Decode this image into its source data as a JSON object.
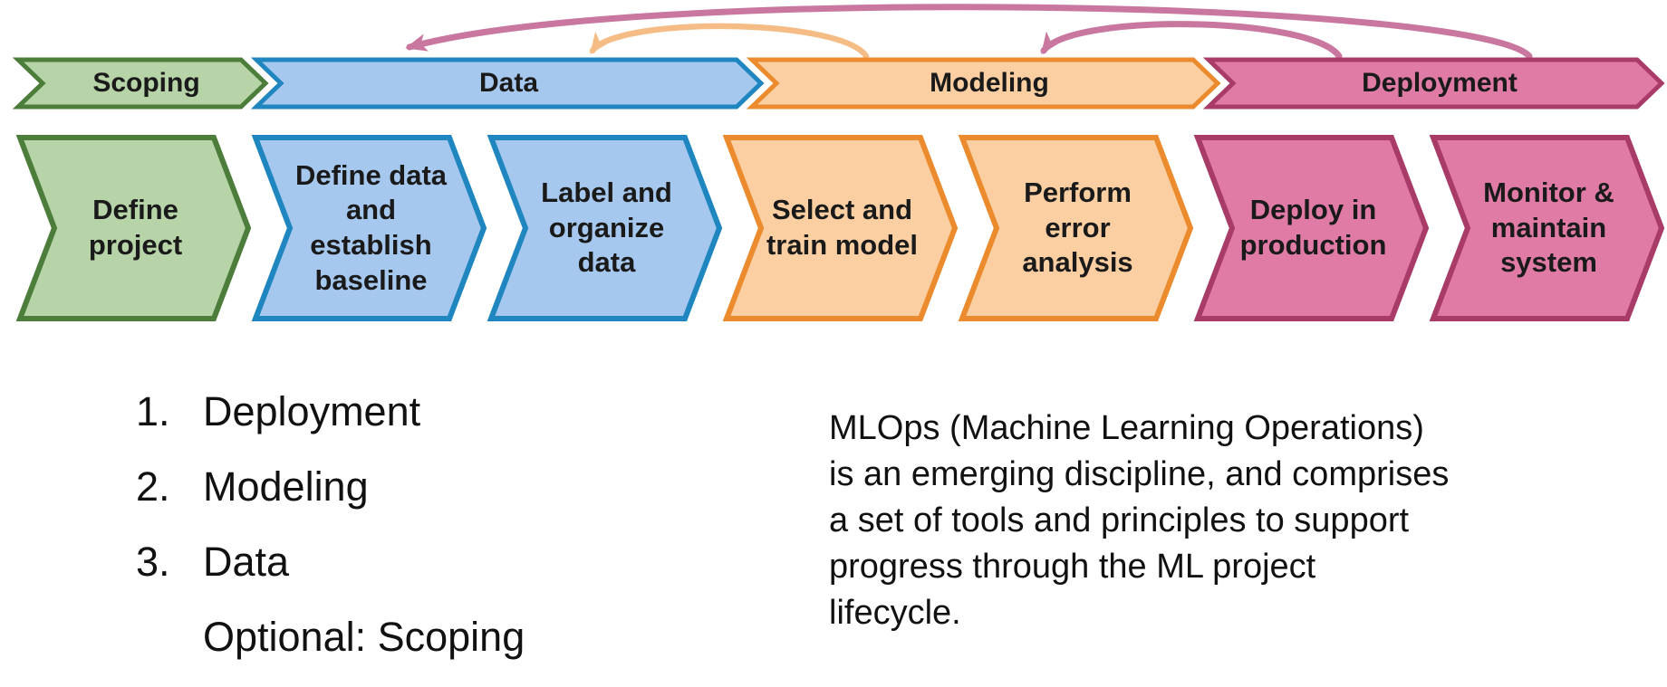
{
  "phases": [
    {
      "label": "Scoping",
      "fill": "#b7d4a8",
      "stroke": "#4c7d3b"
    },
    {
      "label": "Data",
      "fill": "#a6c8ee",
      "stroke": "#1f86c0"
    },
    {
      "label": "Modeling",
      "fill": "#fbcfa2",
      "stroke": "#ec8b2e"
    },
    {
      "label": "Deployment",
      "fill": "#e07ba6",
      "stroke": "#a93b69"
    }
  ],
  "steps": [
    {
      "phase": "Scoping",
      "label": "Define project",
      "fill": "#b7d4a8",
      "stroke": "#4c7d3b"
    },
    {
      "phase": "Data",
      "label": "Define data\nand establish\nbaseline",
      "fill": "#a6c8ee",
      "stroke": "#1f86c0"
    },
    {
      "phase": "Data",
      "label": "Label and\norganize data",
      "fill": "#a6c8ee",
      "stroke": "#1f86c0"
    },
    {
      "phase": "Modeling",
      "label": "Select and\ntrain model",
      "fill": "#fbcfa2",
      "stroke": "#ec8b2e"
    },
    {
      "phase": "Modeling",
      "label": "Perform error\nanalysis",
      "fill": "#fbcfa2",
      "stroke": "#ec8b2e"
    },
    {
      "phase": "Deployment",
      "label": "Deploy in\nproduction",
      "fill": "#e07ba6",
      "stroke": "#a93b69"
    },
    {
      "phase": "Deployment",
      "label": "Monitor &\nmaintain\nsystem",
      "fill": "#e07ba6",
      "stroke": "#a93b69"
    }
  ],
  "feedback_arrows": [
    {
      "from": "Deployment",
      "to": "Data",
      "color": "#c9779f"
    },
    {
      "from": "Modeling",
      "to": "Data",
      "color": "#f6bc86"
    },
    {
      "from": "Deployment",
      "to": "Modeling",
      "color": "#c9779f"
    }
  ],
  "ranking": {
    "items": [
      {
        "number": "1.",
        "label": "Deployment"
      },
      {
        "number": "2.",
        "label": "Modeling"
      },
      {
        "number": "3.",
        "label": "Data"
      }
    ],
    "optional": "Optional: Scoping"
  },
  "description": "MLOps (Machine Learning Operations)\nis an emerging discipline, and comprises\na set of tools and principles to support\nprogress through the ML project\nlifecycle."
}
